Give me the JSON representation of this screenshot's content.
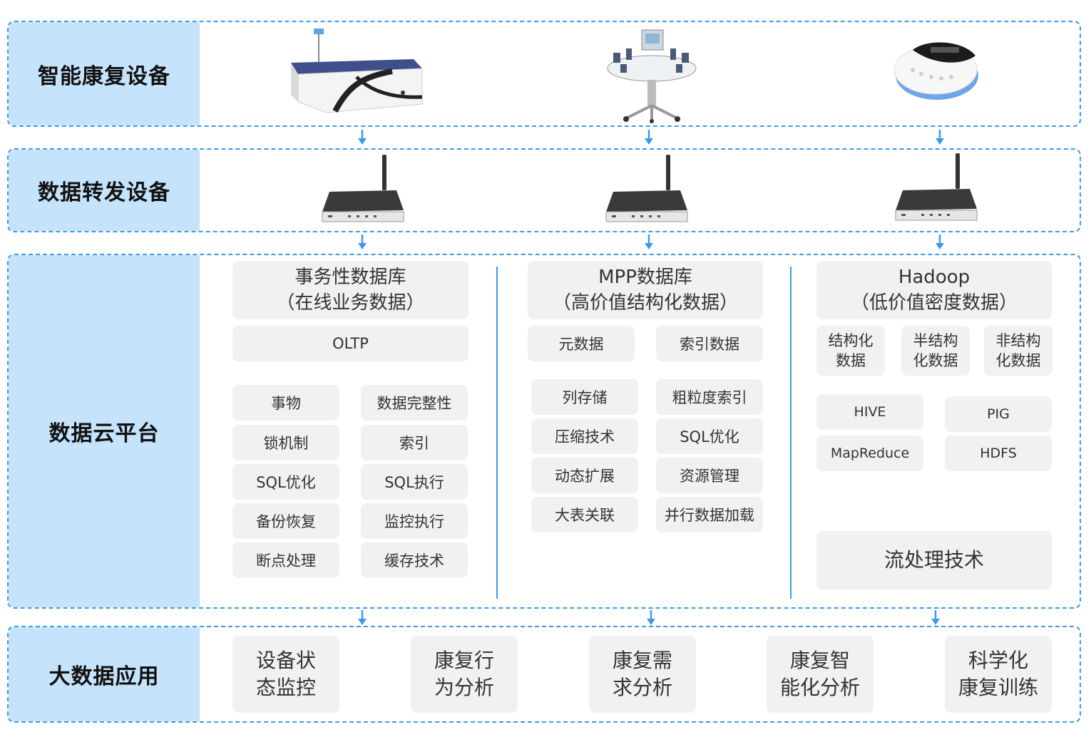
{
  "layers": {
    "devices": "智能康复设备",
    "forwarding": "数据转发设备",
    "cloud": "数据云平台",
    "apps": "大数据应用"
  },
  "transactional": {
    "title": "事务性数据库\n（在线业务数据）",
    "oltp": "OLTP",
    "items": [
      "事物",
      "数据完整性",
      "锁机制",
      "索引",
      "SQL优化",
      "SQL执行",
      "备份恢复",
      "监控执行",
      "断点处理",
      "缓存技术"
    ]
  },
  "mpp": {
    "title": "MPP数据库\n（高价值结构化数据）",
    "top": [
      "元数据",
      "索引数据"
    ],
    "items": [
      "列存储",
      "粗粒度索引",
      "压缩技术",
      "SQL优化",
      "动态扩展",
      "资源管理",
      "大表关联",
      "并行数据加载"
    ]
  },
  "hadoop": {
    "title": "Hadoop\n（低价值密度数据）",
    "types": [
      "结构化\n数据",
      "半结构\n化数据",
      "非结构\n化数据"
    ],
    "items": [
      "HIVE",
      "PIG",
      "MapReduce",
      "HDFS"
    ],
    "stream": "流处理技术"
  },
  "apps": [
    "设备状\n态监控",
    "康复行\n为分析",
    "康复需\n求分析",
    "康复智\n能化分析",
    "科学化\n康复训练"
  ],
  "colors": {
    "accent": "#3d9ae8",
    "label_bg": "#c5e3fb",
    "box_bg": "#f1f1f1"
  }
}
